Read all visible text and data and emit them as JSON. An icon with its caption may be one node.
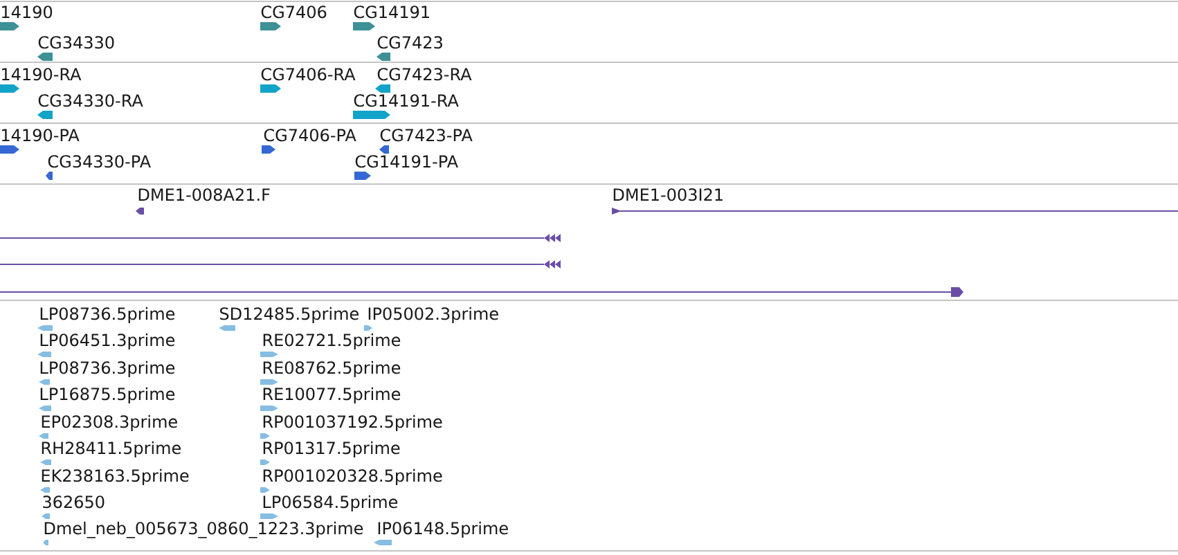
{
  "diagram": {
    "labels": [
      "14190",
      "CG7406",
      "CG14191",
      "CG34330",
      "CG7423",
      "14190-RA",
      "CG7406-RA",
      "CG7423-RA",
      "CG34330-RA",
      "CG14191-RA",
      "14190-PA",
      "CG7406-PA",
      "CG7423-PA",
      "CG34330-PA",
      "CG14191-PA",
      "DME1-008A21.F",
      "DME1-003I21",
      "LP08736.5prime",
      "SD12485.5prime",
      "IP05002.3prime",
      "LP06451.3prime",
      "RE02721.5prime",
      "LP08736.3prime",
      "RE08762.5prime",
      "LP16875.5prime",
      "RE10077.5prime",
      "EP02308.3prime",
      "RP001037192.5prime",
      "RH28411.5prime",
      "RP01317.5prime",
      "EK238163.5prime",
      "RP001020328.5prime",
      "362650",
      "LP06584.5prime",
      "Dmel_neb_005673_0860_1223.3prime",
      "IP06148.5prime"
    ]
  }
}
